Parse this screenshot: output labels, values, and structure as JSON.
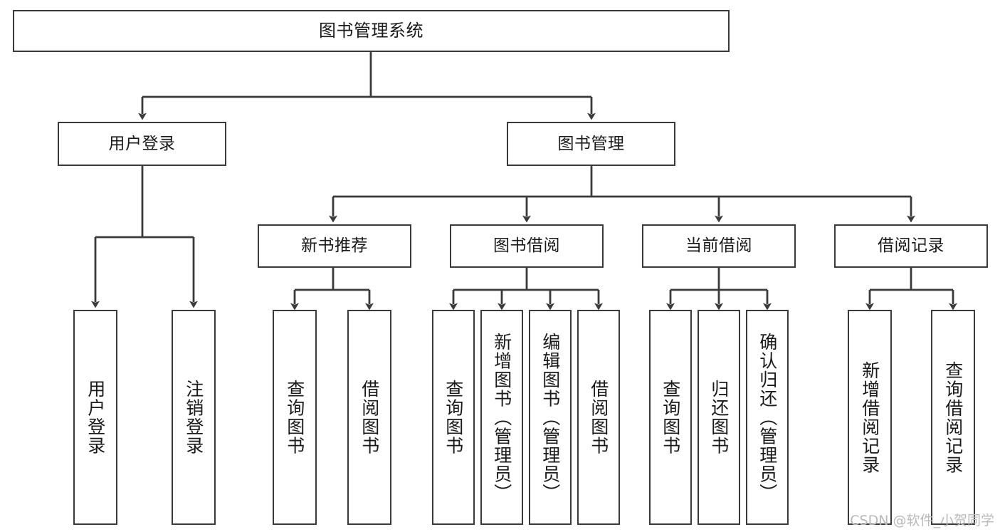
{
  "diagram": {
    "type": "tree-hierarchy",
    "title": "图书管理系统",
    "watermark": "CSDN @软件_小贺同学",
    "colors": {
      "stroke": "#3a3a3a",
      "fill": "#ffffff",
      "text": "#1a1a1a",
      "watermark": "#b9b9b9"
    },
    "nodes": {
      "root": {
        "label": "图书管理系统"
      },
      "level2": [
        {
          "id": "user-login",
          "label": "用户登录"
        },
        {
          "id": "book-manage",
          "label": "图书管理"
        }
      ],
      "level3": [
        {
          "id": "new-book-recommend",
          "label": "新书推荐"
        },
        {
          "id": "book-borrow",
          "label": "图书借阅"
        },
        {
          "id": "current-borrow",
          "label": "当前借阅"
        },
        {
          "id": "borrow-record",
          "label": "借阅记录"
        }
      ],
      "leaves": {
        "user_login": [
          {
            "id": "leaf-user-login",
            "label": "用户登录"
          },
          {
            "id": "leaf-logout",
            "label": "注销登录"
          }
        ],
        "new_book_recommend": [
          {
            "id": "leaf-query-book-1",
            "label": "查询图书"
          },
          {
            "id": "leaf-borrow-book-1",
            "label": "借阅图书"
          }
        ],
        "book_borrow": [
          {
            "id": "leaf-query-book-2",
            "label": "查询图书"
          },
          {
            "id": "leaf-add-book",
            "label": "新增图书（管理员）"
          },
          {
            "id": "leaf-edit-book",
            "label": "编辑图书（管理员）"
          },
          {
            "id": "leaf-borrow-book-2",
            "label": "借阅图书"
          }
        ],
        "current_borrow": [
          {
            "id": "leaf-query-book-3",
            "label": "查询图书"
          },
          {
            "id": "leaf-return-book",
            "label": "归还图书"
          },
          {
            "id": "leaf-confirm-return",
            "label": "确认归还（管理员）"
          }
        ],
        "borrow_record": [
          {
            "id": "leaf-add-record",
            "label": "新增借阅记录"
          },
          {
            "id": "leaf-query-record",
            "label": "查询借阅记录"
          }
        ]
      }
    }
  }
}
